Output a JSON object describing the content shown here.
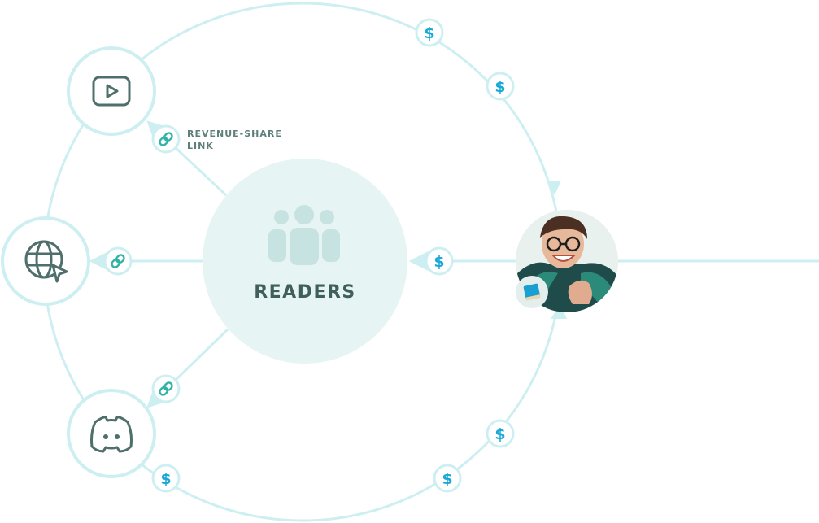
{
  "center": {
    "title": "READERS",
    "icon": "readers-group-icon"
  },
  "annotation": {
    "line1": "REVENUE-SHARE",
    "line2": "LINK"
  },
  "nodes": [
    {
      "name": "video-platform",
      "icon": "video-play-icon"
    },
    {
      "name": "website",
      "icon": "globe-cursor-icon"
    },
    {
      "name": "discord",
      "icon": "discord-icon"
    },
    {
      "name": "author",
      "icon": "author-avatar",
      "badge": "book-icon"
    }
  ],
  "badges": {
    "money": "$",
    "link": "link-icon"
  },
  "colors": {
    "line": "#cdeff2",
    "ring": "#cdeff2",
    "center_fill": "#e6f4f3",
    "center_icon": "#c6e3e1",
    "icon_stroke": "#4e6f6b",
    "dollar": "#1aa9d6",
    "link_icon": "#2fb3a7",
    "text": "#5e7f7a"
  }
}
